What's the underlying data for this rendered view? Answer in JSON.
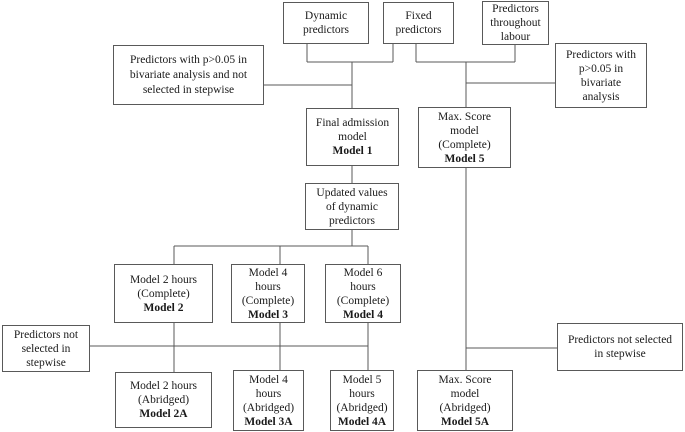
{
  "diagram": {
    "type": "flowchart",
    "background": "#ffffff",
    "line_color": "#595959",
    "text_color": "#1a1a1a",
    "nodes": {
      "dynamic": {
        "lines": [
          "Dynamic",
          "predictors"
        ]
      },
      "fixed": {
        "lines": [
          "Fixed",
          "predictors"
        ]
      },
      "labour": {
        "lines": [
          "Predictors",
          "throughout",
          "labour"
        ]
      },
      "p005_left": {
        "lines": [
          "Predictors with p>0.05 in",
          "bivariate analysis and not",
          "selected in stepwise"
        ]
      },
      "p005_right": {
        "lines": [
          "Predictors with",
          "p>0.05 in",
          "bivariate",
          "analysis"
        ]
      },
      "model1": {
        "lines": [
          "Final admission",
          "model",
          "Model 1"
        ]
      },
      "model5": {
        "lines": [
          "Max. Score",
          "model",
          "(Complete)",
          "Model 5"
        ]
      },
      "updated": {
        "lines": [
          "Updated values",
          "of dynamic",
          "predictors"
        ]
      },
      "model2": {
        "lines": [
          "Model 2 hours",
          "(Complete)",
          "Model 2"
        ]
      },
      "model3": {
        "lines": [
          "Model 4",
          "hours",
          "(Complete)",
          "Model 3"
        ]
      },
      "model4": {
        "lines": [
          "Model 6",
          "hours",
          "(Complete)",
          "Model 4"
        ]
      },
      "notsel_left": {
        "lines": [
          "Predictors not",
          "selected in",
          "stepwise"
        ]
      },
      "notsel_right": {
        "lines": [
          "Predictors not selected",
          "in stepwise"
        ]
      },
      "model2a": {
        "lines": [
          "Model 2 hours",
          "(Abridged)",
          "Model 2A"
        ]
      },
      "model3a": {
        "lines": [
          "Model 4",
          "hours",
          "(Abridged)",
          "Model 3A"
        ]
      },
      "model4a": {
        "lines": [
          "Model 5",
          "hours",
          "(Abridged)",
          "Model 4A"
        ]
      },
      "model5a": {
        "lines": [
          "Max. Score",
          "model",
          "(Abridged)",
          "Model 5A"
        ]
      }
    },
    "edges": [
      "dynamic+fixed -> model1",
      "fixed+labour -> model5",
      "p005_left -> model1",
      "p005_right -> model5",
      "model1 -> updated",
      "updated -> model2",
      "updated -> model3",
      "updated -> model4",
      "model2 -> model2a",
      "model3 -> model3a",
      "model4 -> model4a",
      "model5 -> model5a",
      "notsel_left -> model2a+model3a+model4a",
      "notsel_right -> model5a"
    ]
  }
}
